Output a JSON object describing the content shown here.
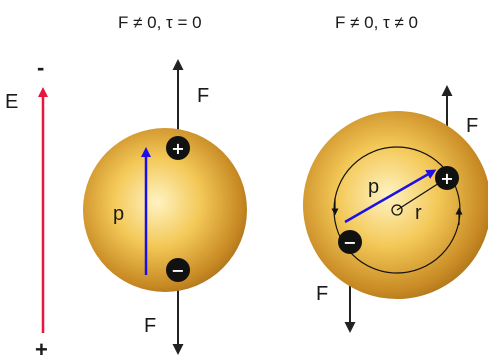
{
  "titles": {
    "left": "F ≠ 0, τ = 0",
    "right": "F ≠ 0, τ ≠ 0"
  },
  "field": {
    "label": "E",
    "top_sign": "-",
    "bottom_sign": "+",
    "color": "#e8153f"
  },
  "left_dipole": {
    "force_top": "F",
    "force_bottom": "F",
    "dipole": "p",
    "positive_sign": "+",
    "negative_sign": "−"
  },
  "right_dipole": {
    "force_top": "F",
    "force_bottom": "F",
    "dipole": "p",
    "pivot": "r",
    "positive_sign": "+",
    "negative_sign": "−"
  },
  "colors": {
    "sphere_light": "#fff1b8",
    "sphere_mid": "#f0c24e",
    "sphere_dark": "#b8781a",
    "dipole_arrow": "#1c10e6",
    "charge": "#111111",
    "force_arrow": "#222222"
  }
}
